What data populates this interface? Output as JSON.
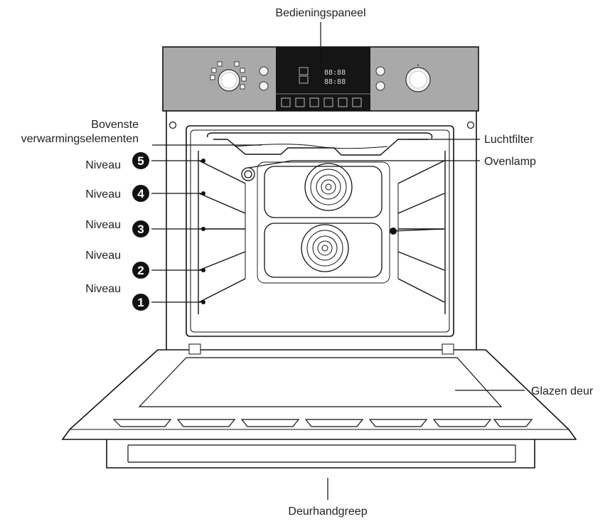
{
  "labels": {
    "control_panel": "Bedieningspaneel",
    "top_heating_1": "Bovenste",
    "top_heating_2": "verwarmingselementen",
    "air_filter": "Luchtfilter",
    "oven_lamp": "Ovenlamp",
    "glass_door": "Glazen deur",
    "door_handle": "Deurhandgreep"
  },
  "levels": [
    {
      "label": "Niveau",
      "number": "5"
    },
    {
      "label": "Niveau",
      "number": "4"
    },
    {
      "label": "Niveau",
      "number": "3"
    },
    {
      "label": "Niveau",
      "number": "2"
    },
    {
      "label": "Niveau",
      "number": "1"
    }
  ],
  "display": {
    "line1": "88:88",
    "line2": "88:88"
  },
  "colors": {
    "panel": "#a9a9a9",
    "display": "#151515",
    "line": "#111111",
    "badge": "#111111"
  }
}
